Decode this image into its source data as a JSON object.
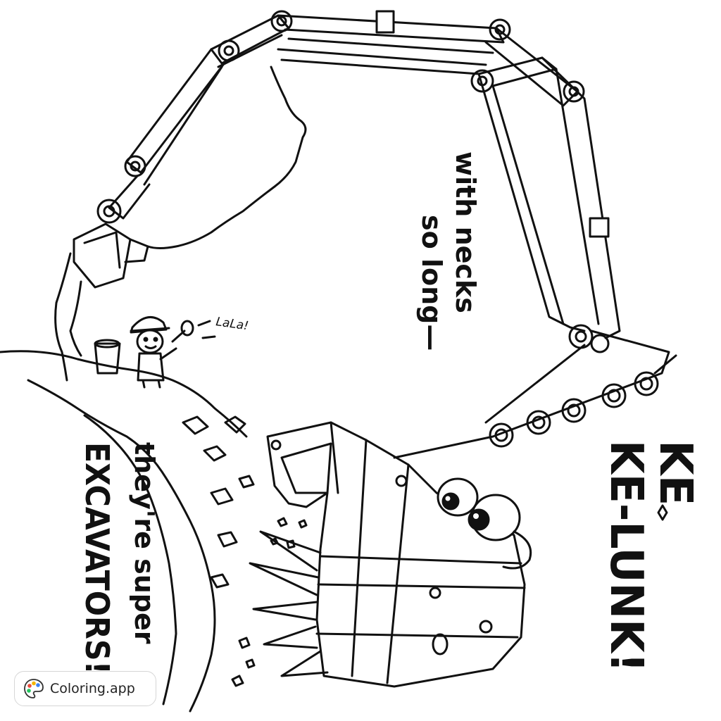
{
  "texts": {
    "necks": [
      "with necks",
      "so long—"
    ],
    "super": [
      "they're super",
      "EXCAVATORS!"
    ],
    "sound": [
      "KE",
      "KE-LUNK!"
    ],
    "song": "LaLa!"
  },
  "badge": {
    "icon": "palette-icon",
    "label": "Coloring.app",
    "colors": [
      "#e94b3c",
      "#f5b400",
      "#3b82f6",
      "#22c55e"
    ]
  }
}
